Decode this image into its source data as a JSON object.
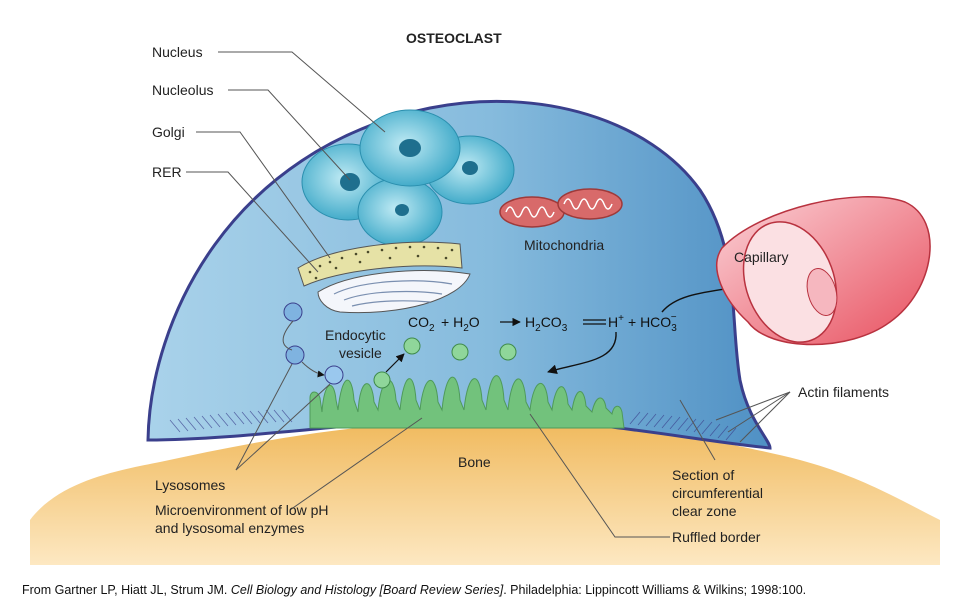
{
  "title": "OSTEOCLAST",
  "labels": {
    "nucleus": "Nucleus",
    "nucleolus": "Nucleolus",
    "golgi": "Golgi",
    "rer": "RER",
    "mitochondria": "Mitochondria",
    "capillary": "Capillary",
    "endocytic_1": "Endocytic",
    "endocytic_2": "vesicle",
    "actin": "Actin filaments",
    "bone": "Bone",
    "lysosomes": "Lysosomes",
    "micro_1": "Microenvironment of low pH",
    "micro_2": "and lysosomal enzymes",
    "clear_1": "Section of",
    "clear_2": "circumferential",
    "clear_3": "clear zone",
    "ruffled": "Ruffled border"
  },
  "equation": {
    "co2": "CO",
    "co2_sub": "2",
    "plus1": "+ H",
    "h2o_sub": "2",
    "h2o_o": "O",
    "h2co3_h": "H",
    "h2co3_sub2": "2",
    "h2co3_co": "CO",
    "h2co3_sub3": "3",
    "h_plus": "H",
    "h_sup": "+",
    "plus2": "+ HCO",
    "hco3_sub": "3",
    "hco3_sup": "−"
  },
  "caption": {
    "prefix": "From Gartner LP, Hiatt JL, Strum JM. ",
    "book": "Cell Biology and Histology [Board Review Series]",
    "suffix": ". Philadelphia: Lippincott Williams & Wilkins; 1998:100."
  },
  "colors": {
    "cell_fill": "#8fc0de",
    "cell_stroke": "#3a3f8c",
    "bone": "#f3c36f",
    "ruffled": "#6fc07a",
    "nucleus": "#5ec0d8",
    "mitochondria": "#d86a6a",
    "capillary": "#f08a98"
  }
}
